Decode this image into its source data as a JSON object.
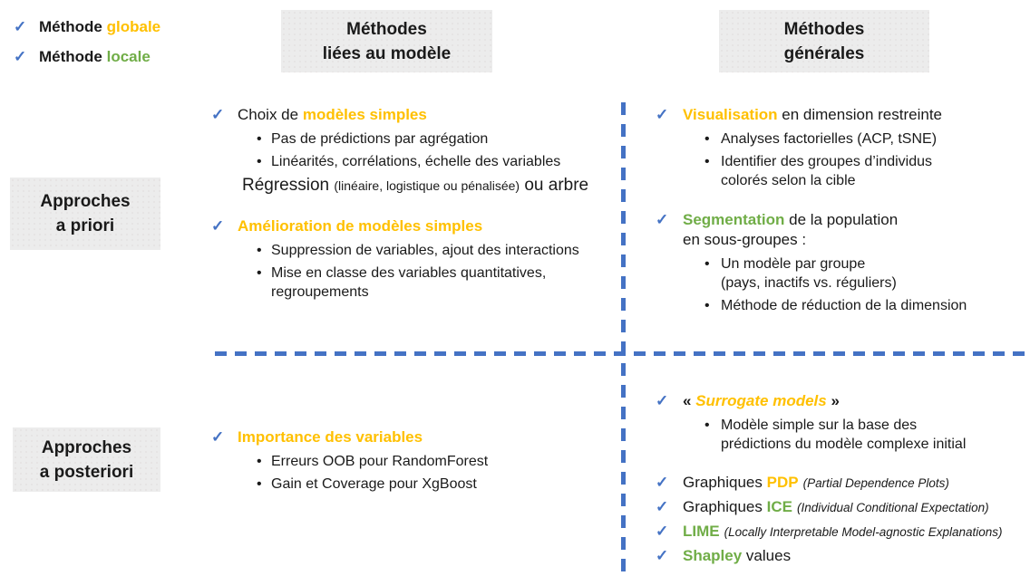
{
  "colors": {
    "highlight_yellow": "#FFC000",
    "highlight_green": "#70AD47",
    "check_blue": "#4472C4",
    "divider_blue": "#4472C4",
    "header_box_bg": "#ECECEC",
    "text_black": "#1A1A1A"
  },
  "icons": {
    "check": "✓",
    "bullet": "•"
  },
  "legend": {
    "items": [
      {
        "prefix": "Méthode ",
        "highlight": "globale",
        "color": "yellow"
      },
      {
        "prefix": "Méthode ",
        "highlight": "locale",
        "color": "green"
      }
    ]
  },
  "column_headers": [
    {
      "text": "Méthodes\nliées au modèle"
    },
    {
      "text": "Méthodes\ngénérales"
    }
  ],
  "row_headers": [
    {
      "text": "Approches\na priori"
    },
    {
      "text": "Approches\na posteriori"
    }
  ],
  "quadrants": {
    "top_left": {
      "block1": {
        "title_prefix": "Choix de ",
        "title_highlight": "modèles simples",
        "title_color": "yellow",
        "bullets": [
          "Pas de prédictions par agrégation",
          "Linéarités, corrélations, échelle des variables"
        ],
        "note_lead": "Régression ",
        "note_detail": "(linéaire, logistique ou pénalisée)",
        "note_tail": " ou arbre"
      },
      "block2": {
        "title_highlight": "Amélioration de modèles simples",
        "title_color": "yellow",
        "bullets": [
          "Suppression de variables, ajout des interactions",
          "Mise en classe des variables quantitatives,\nregroupements"
        ]
      }
    },
    "top_right": {
      "block1": {
        "title_highlight": "Visualisation",
        "title_color": "yellow",
        "title_suffix": " en dimension restreinte",
        "bullets": [
          "Analyses factorielles (ACP, tSNE)",
          "Identifier des groupes d’individus\ncolorés selon la cible"
        ]
      },
      "block2": {
        "title_highlight": "Segmentation",
        "title_color": "green",
        "title_suffix": " de la population\nen sous-groupes :",
        "bullets": [
          "Un modèle par groupe\n(pays, inactifs vs. réguliers)",
          "Méthode de réduction de la dimension"
        ]
      }
    },
    "bottom_left": {
      "block1": {
        "title_highlight": "Importance des variables",
        "title_color": "yellow",
        "bullets": [
          "Erreurs OOB pour RandomForest",
          "Gain et Coverage pour XgBoost"
        ]
      }
    },
    "bottom_right": {
      "block1": {
        "quote_open": "« ",
        "title_highlight": "Surrogate models",
        "title_color": "yellow",
        "quote_close": " »",
        "bullets": [
          "Modèle simple sur la base des\nprédictions du modèle complexe initial"
        ]
      },
      "items": [
        {
          "prefix": "Graphiques ",
          "keyword": "PDP",
          "color": "yellow",
          "detail": "(Partial Dependence Plots)",
          "suffix": ""
        },
        {
          "prefix": "Graphiques ",
          "keyword": "ICE",
          "color": "green",
          "detail": "(Individual Conditional Expectation)",
          "suffix": ""
        },
        {
          "prefix": "",
          "keyword": "LIME",
          "color": "green",
          "detail": "(Locally Interpretable Model-agnostic Explanations)",
          "suffix": ""
        },
        {
          "prefix": "",
          "keyword": "Shapley",
          "color": "green",
          "detail": "",
          "suffix": " values"
        }
      ]
    }
  }
}
